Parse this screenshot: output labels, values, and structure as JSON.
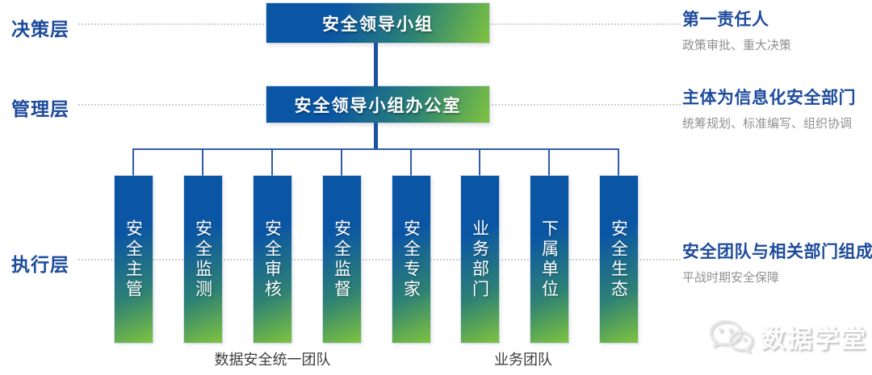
{
  "layers": [
    {
      "label": "决策层",
      "annotation_title": "第一责任人",
      "annotation_sub": "政策审批、重大决策"
    },
    {
      "label": "管理层",
      "annotation_title": "主体为信息化安全部门",
      "annotation_sub": "统筹规划、标准编写、组织协调"
    },
    {
      "label": "执行层",
      "annotation_title": "安全团队与相关部门组成",
      "annotation_sub": "平战时期安全保障"
    }
  ],
  "nodes": {
    "top": "安全领导小组",
    "office": "安全领导小组办公室",
    "columns": [
      "安全主管",
      "安全监测",
      "安全审核",
      "安全监督",
      "安全专家",
      "业务部门",
      "下属单位",
      "安全生态"
    ]
  },
  "groups": [
    {
      "label": "数据安全统一团队"
    },
    {
      "label": "业务团队"
    }
  ],
  "watermark": {
    "text": "数据学堂",
    "icon": "wechat-icon"
  },
  "colors": {
    "brand_blue": "#0b56a4",
    "brand_green": "#7ec33e",
    "label_blue": "#1d4b9c",
    "connector_blue": "#1d4fa3",
    "sub_gray": "#909090",
    "dotline_gray": "#cfcfcf"
  }
}
